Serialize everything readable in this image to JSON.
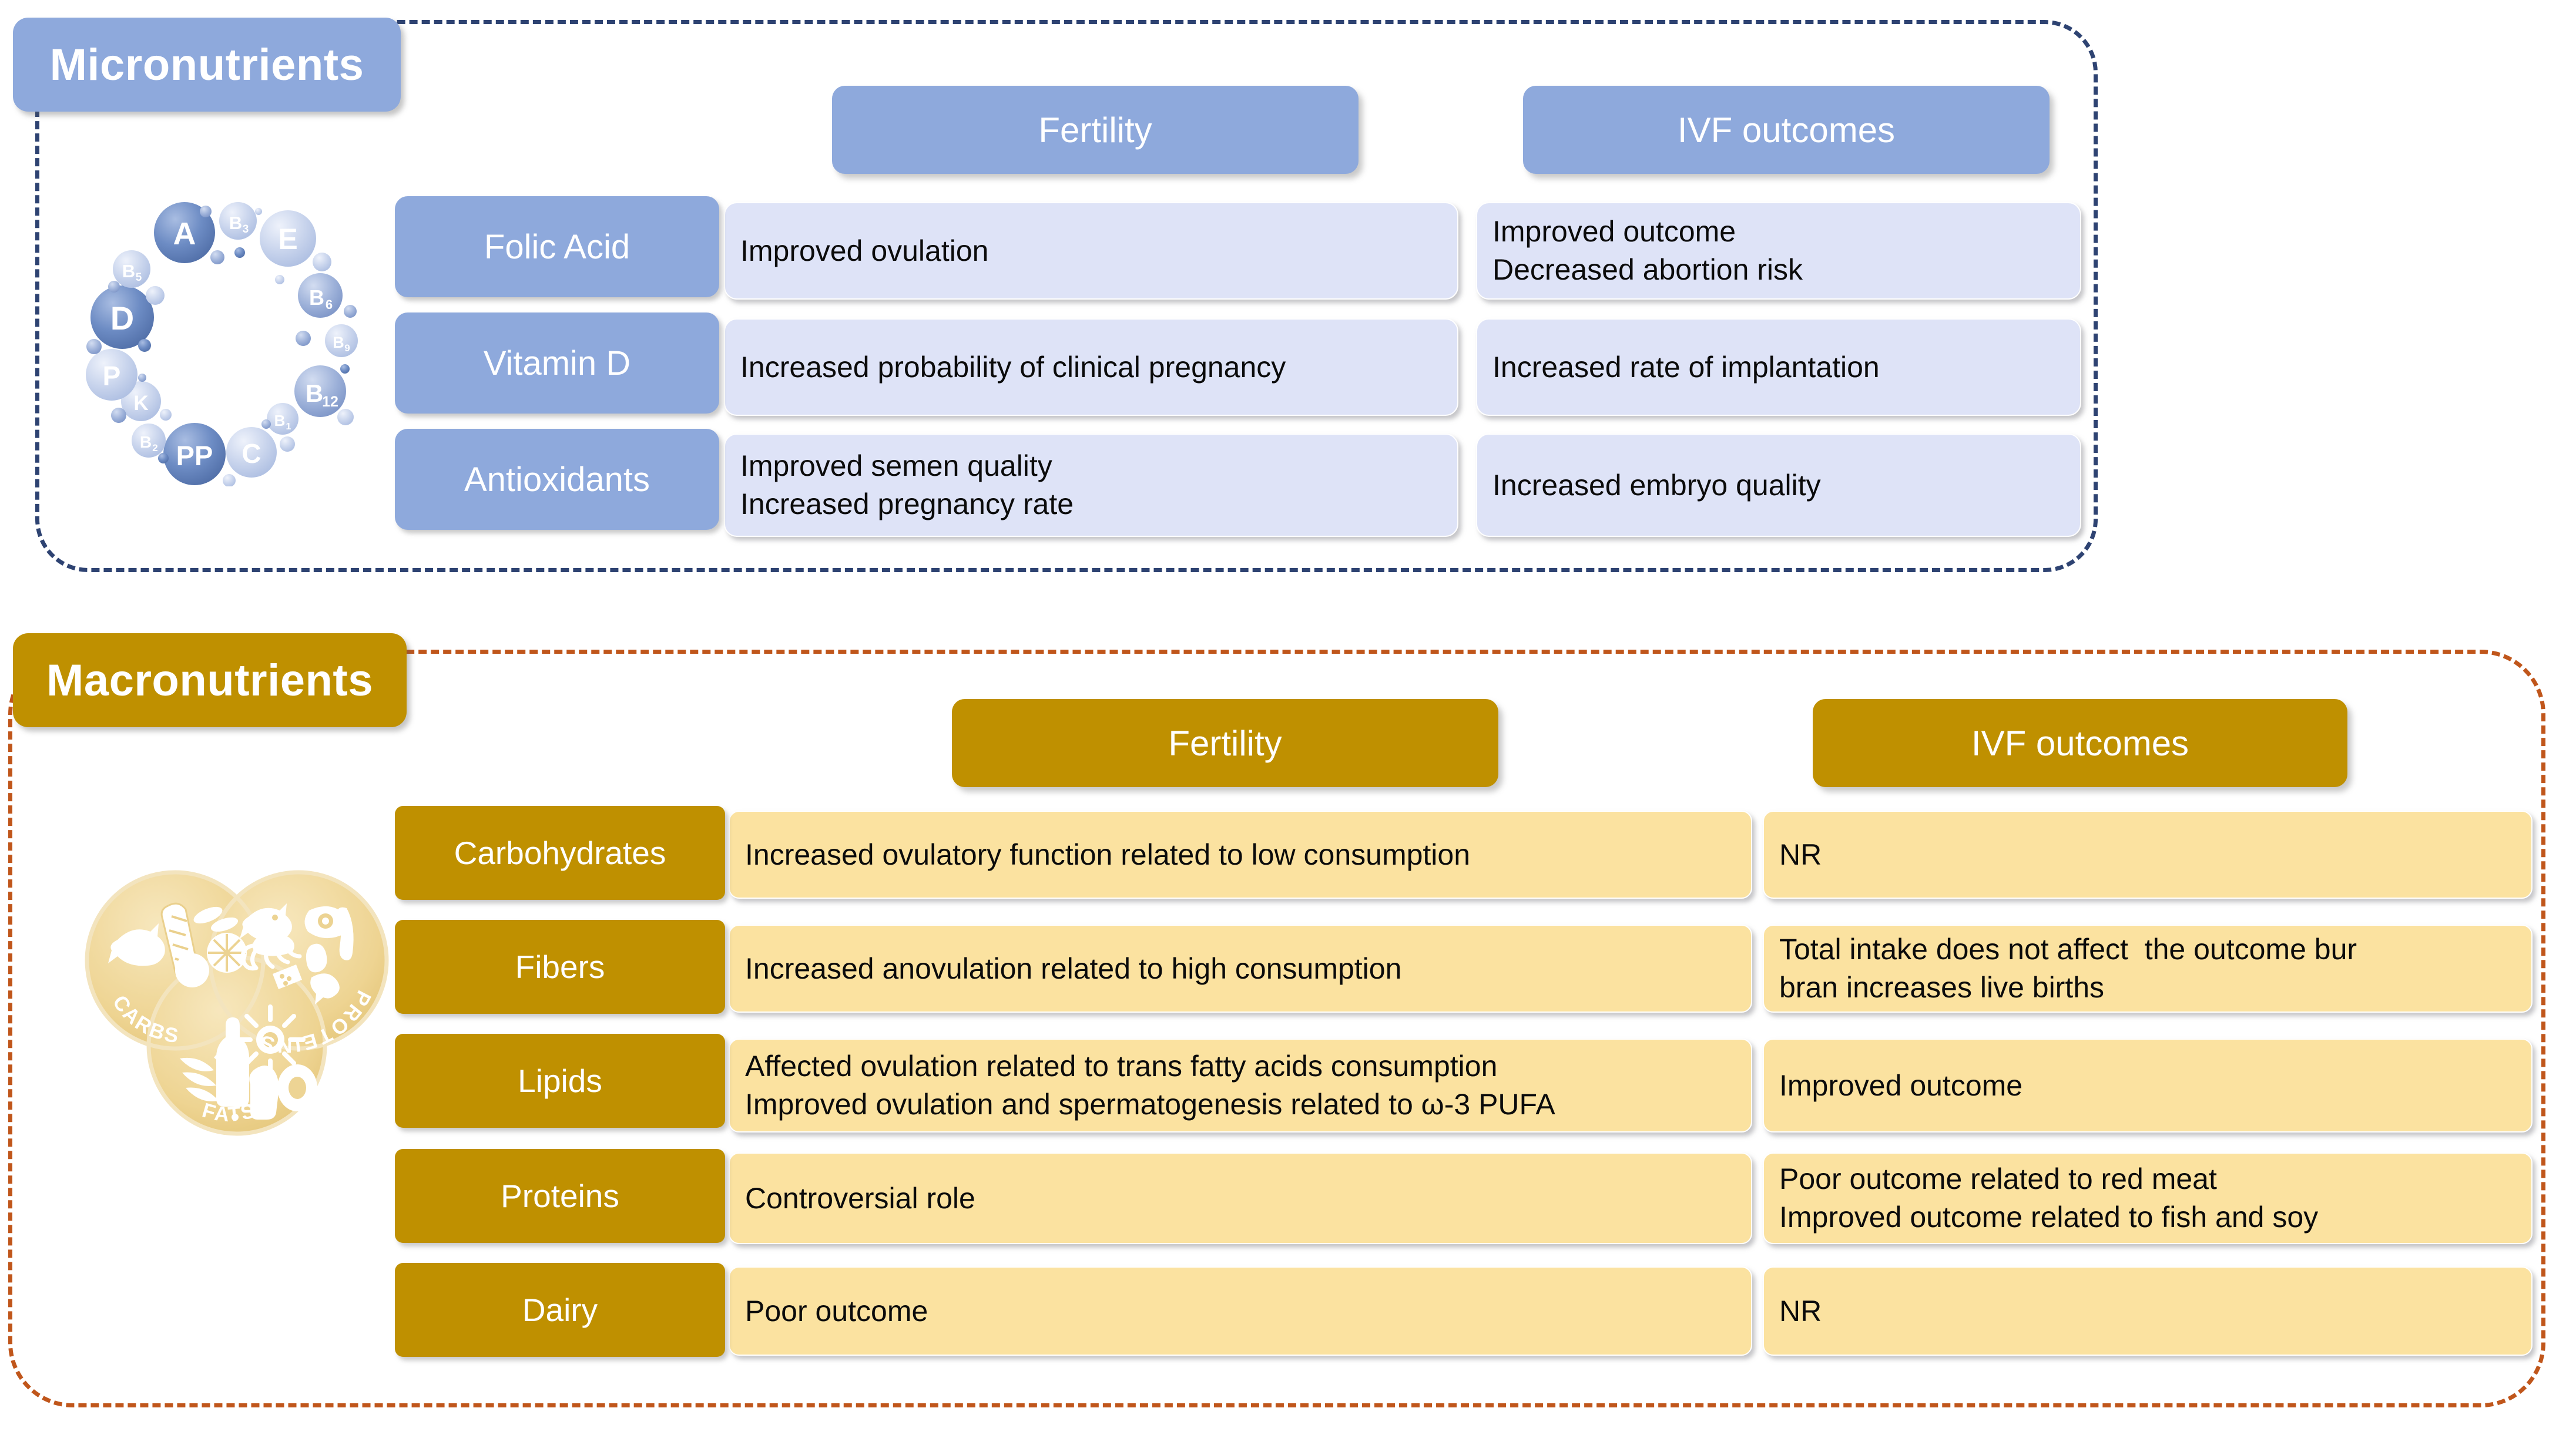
{
  "sections": [
    {
      "id": "micronutrients",
      "badge_label": "Micronutrients",
      "accent": "#8EA9DC",
      "cell_bg": "#DEE3F7",
      "border_color": "#2E4372",
      "icon": "vitamin-bubbles-icon",
      "icon_bubbles": [
        "A",
        "B3",
        "E",
        "B6",
        "B9",
        "B12",
        "B1",
        "C",
        "PP",
        "B2",
        "K",
        "P",
        "D",
        "B5"
      ],
      "columns": [
        "Fertility",
        "IVF outcomes"
      ],
      "rows": [
        {
          "label": "Folic Acid",
          "fertility": [
            "Improved ovulation"
          ],
          "ivf": [
            "Improved outcome",
            "Decreased abortion risk"
          ]
        },
        {
          "label": "Vitamin D",
          "fertility": [
            "Increased probability of clinical pregnancy"
          ],
          "ivf": [
            "Increased rate of implantation"
          ]
        },
        {
          "label": "Antioxidants",
          "fertility": [
            "Improved semen quality",
            "Increased pregnancy rate"
          ],
          "ivf": [
            "Increased embryo quality"
          ]
        }
      ]
    },
    {
      "id": "macronutrients",
      "badge_label": "Macronutrients",
      "accent": "#BF9000",
      "cell_bg": "#FBE2A0",
      "border_color": "#C0561B",
      "icon": "food-groups-icon",
      "icon_circles": [
        "CARBS",
        "PROTEINS",
        "FATS"
      ],
      "columns": [
        "Fertility",
        "IVF outcomes"
      ],
      "rows": [
        {
          "label": "Carbohydrates",
          "fertility": [
            "Increased ovulatory function related to low consumption"
          ],
          "ivf": [
            "NR"
          ]
        },
        {
          "label": "Fibers",
          "fertility": [
            "Increased anovulation related to high consumption"
          ],
          "ivf": [
            "Total intake does not affect  the outcome bur",
            "bran increases live births"
          ]
        },
        {
          "label": "Lipids",
          "fertility": [
            "Affected ovulation related to trans fatty acids consumption",
            "Improved ovulation and spermatogenesis related to ω-3 PUFA"
          ],
          "ivf": [
            "Improved outcome"
          ]
        },
        {
          "label": "Proteins",
          "fertility": [
            "Controversial role"
          ],
          "ivf": [
            "Poor outcome related to red meat",
            "Improved outcome related to fish and soy"
          ]
        },
        {
          "label": "Dairy",
          "fertility": [
            "Poor outcome"
          ],
          "ivf": [
            "NR"
          ]
        }
      ]
    }
  ]
}
